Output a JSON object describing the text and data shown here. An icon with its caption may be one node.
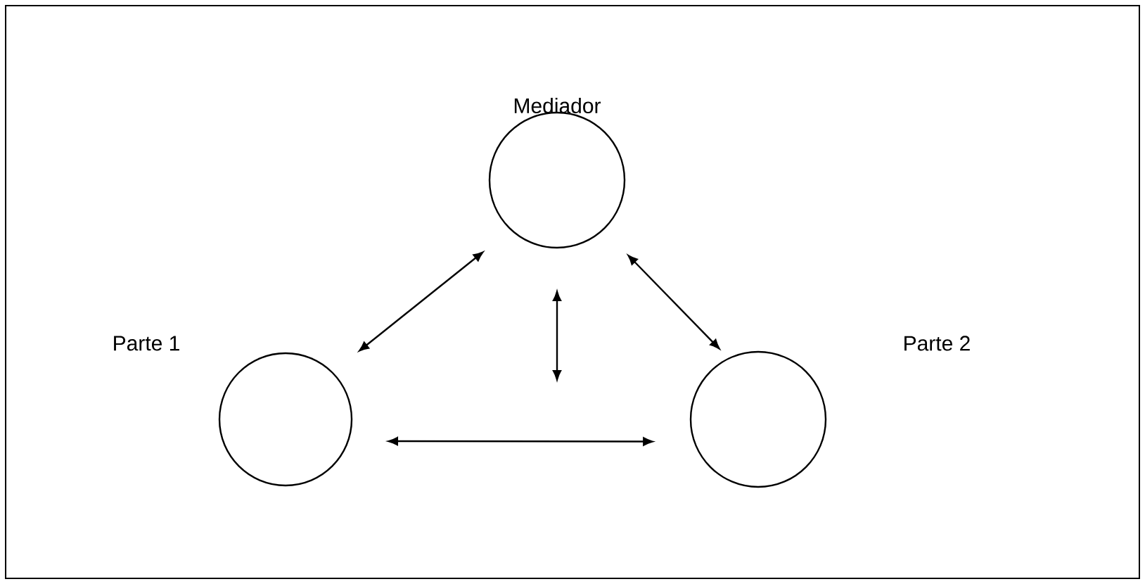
{
  "diagram": {
    "nodes": [
      {
        "text": [
          "Mediador"
        ]
      },
      {
        "text": [
          "Parte 1"
        ]
      },
      {
        "text": [
          "Parte 2"
        ]
      }
    ],
    "edges": [
      {
        "from": 0,
        "to": 1,
        "arrow": "both"
      },
      {
        "from": 0,
        "to": 2,
        "arrow": "both"
      },
      {
        "from": 1,
        "to": 2,
        "arrow": "both"
      }
    ]
  }
}
